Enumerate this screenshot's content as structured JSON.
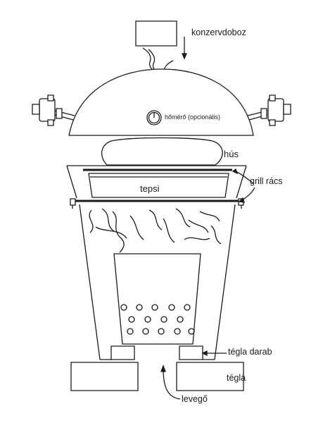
{
  "labels": {
    "konzervdoboz": "konzervdoboz",
    "homero": "hőmérő (opcionális)",
    "hus": "hús",
    "tepsi": "tepsi",
    "grill_racs": "grill rács",
    "tegla_darab": "tégla darab",
    "tegla": "tégla",
    "levego": "levegő"
  },
  "colors": {
    "line": "#1a1a1a",
    "background": "#ffffff"
  }
}
